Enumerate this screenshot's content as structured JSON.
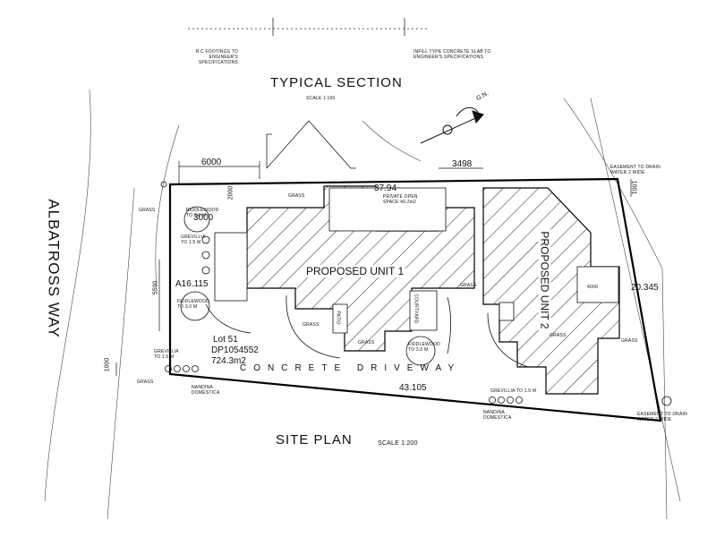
{
  "section_title": "TYPICAL SECTION",
  "section_scale": "SCALE 1:100",
  "notes": {
    "rc_footings": "R C FOOTINGS TO ENGINEER'S SPECIFICATIONS",
    "infill_slab": "INFILL TYPE CONCRETE SLAB TO ENGINEER'S SPECIFICATIONS"
  },
  "north_label": "G.N.",
  "street_name": "ALBATROSS WAY",
  "site_plan_title": "SITE PLAN",
  "site_plan_scale": "SCALE 1:200",
  "lot": {
    "number": "Lot 51",
    "dp": "DP1054552",
    "area": "724.3m2"
  },
  "units": {
    "unit1": "PROPOSED UNIT 1",
    "unit2": "PROPOSED UNIT 2"
  },
  "driveway": "CONCRETE DRIVEWAY",
  "private_open_space": "PRIVATE OPEN SPACE 40.2m2",
  "courtyard": "COURTYARD",
  "patio": "PATIO",
  "grass": "GRASS",
  "easement_top": "EASEMENT TO DRAIN WATER 2 WIDE",
  "easement_bottom": "EASEMENT TO DRAIN WATER 2 WIDE",
  "plants": {
    "riddlewood": "RIDDLEWOOD TO 3.0 M",
    "grevillia_1": "GREVILLIA TO 1.5 M",
    "fiddlewood_1": "FIDDLEWOOD TO 3.0 M",
    "grevillia_2": "GREVILLIA TO 1.5 M",
    "nandina_1": "NANDINA DOMESTICA",
    "fiddlewood_2": "FIDDLEWOOD TO 3.0 M",
    "grevillia_3": "GREVILLIA TO 1.5 M",
    "nandina_2": "NANDINA DOMESTICA"
  },
  "dimensions": {
    "d6000": "6000",
    "d3498": "3498",
    "d3000": "3000",
    "d2000": "2000",
    "d5500": "5500",
    "d1000_left": "1000",
    "d1001": "1001",
    "d37_9": "37.94",
    "d20_345": "20.345",
    "d416_115": "A16.115",
    "d43_105": "43.105",
    "d4000": "4000"
  }
}
